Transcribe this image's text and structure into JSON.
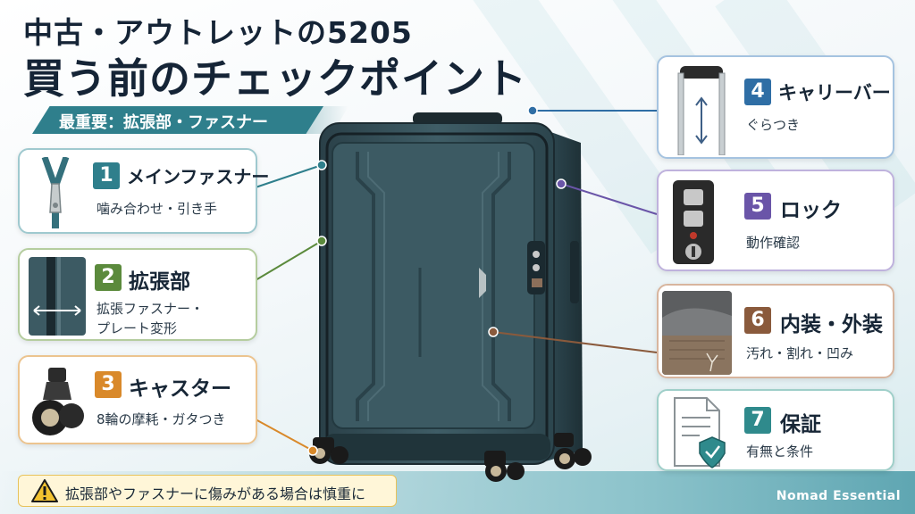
{
  "header": {
    "title_line1": "中古・アウトレットの5205",
    "title_line2": "買う前のチェックポイント",
    "sub_banner": "最重要：拡張部・ファスナー"
  },
  "colors": {
    "teal": "#2f7f8c",
    "green": "#5b8a3c",
    "orange": "#d9892a",
    "blue": "#2f6ea5",
    "purple": "#6a55a8",
    "brown": "#8a5a3c",
    "teal2": "#2f8a8c"
  },
  "checkpoints": [
    {
      "num": "1",
      "title": "メインファスナー",
      "desc": "噛み合わせ・引き手",
      "icon": "zipper-icon"
    },
    {
      "num": "2",
      "title": "拡張部",
      "desc_line1": "拡張ファスナー・",
      "desc_line2": "プレート変形",
      "icon": "expansion-icon"
    },
    {
      "num": "3",
      "title": "キャスター",
      "desc": "8輪の摩耗・ガタつき",
      "icon": "caster-wheel-icon"
    },
    {
      "num": "4",
      "title": "キャリーバー",
      "desc": "ぐらつき",
      "icon": "carry-bar-icon"
    },
    {
      "num": "5",
      "title": "ロック",
      "desc": "動作確認",
      "icon": "lock-icon"
    },
    {
      "num": "6",
      "title": "内装・外装",
      "desc": "汚れ・割れ・凹み",
      "icon": "interior-exterior-icon"
    },
    {
      "num": "7",
      "title": "保証",
      "desc": "有無と条件",
      "icon": "warranty-document-icon"
    }
  ],
  "warning": {
    "text": "拡張部やファスナーに傷みがある場合は慎重に",
    "icon": "warning-icon"
  },
  "footer": {
    "brand": "Nomad Essential"
  }
}
